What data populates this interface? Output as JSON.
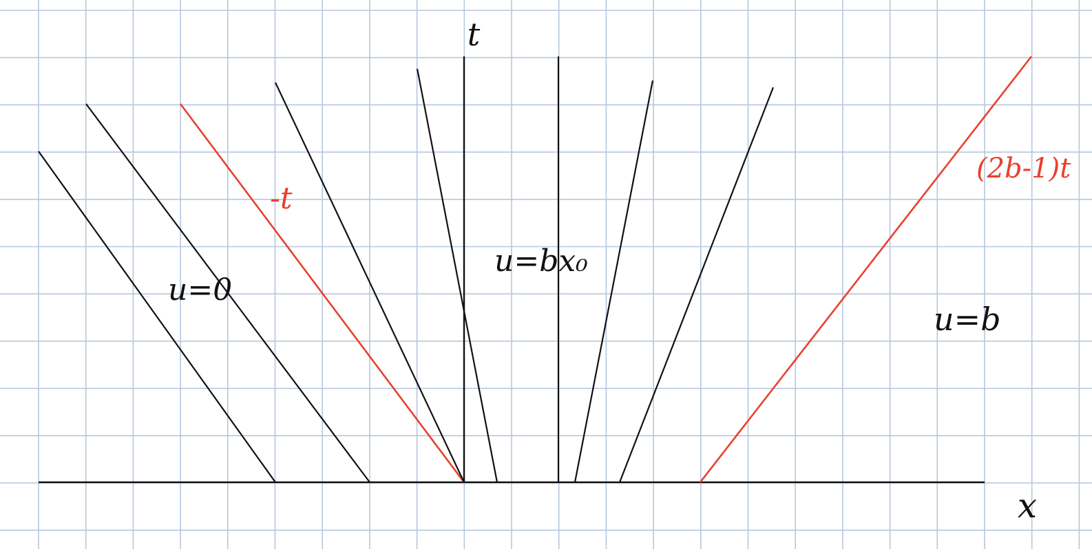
{
  "colors": {
    "grid": "#b5c7de",
    "ink": "#111111",
    "accent": "#e8402c",
    "paper": "#ffffff"
  },
  "axes": {
    "t_label": "t",
    "x_label": "x"
  },
  "regions": {
    "left_state": "u=0",
    "fan_state": "u=bx₀",
    "right_state": "u=b"
  },
  "boundaries": {
    "left_label": "-t",
    "right_label": "(2b-1)t"
  }
}
